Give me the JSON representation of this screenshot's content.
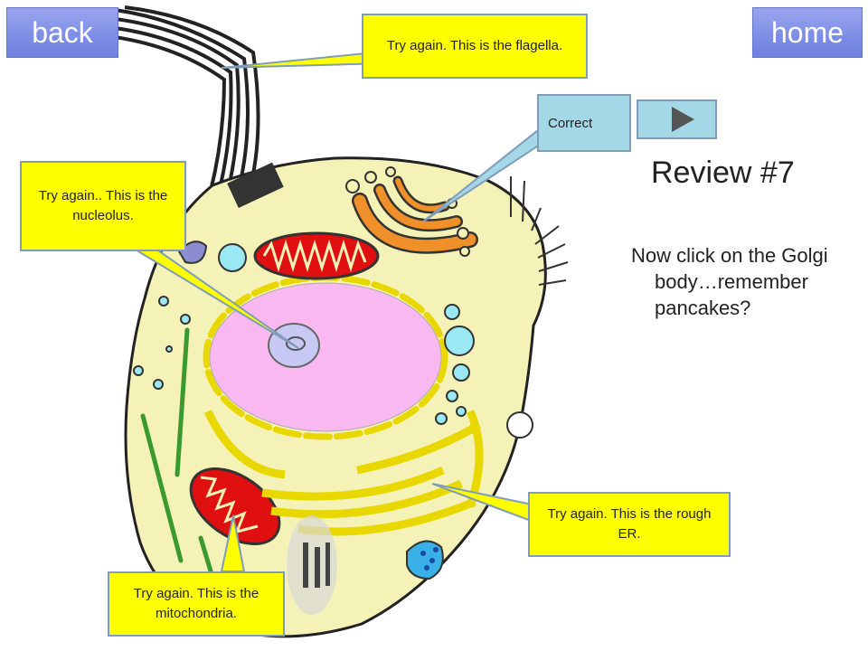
{
  "nav": {
    "back_label": "back",
    "home_label": "home"
  },
  "title": "Review #7",
  "prompt": "Now click on the Golgi body…remember pancakes?",
  "callouts": {
    "flagella": "Try again. This is the flagella.",
    "correct": "Correct",
    "nucleolus": "Try again.. This is the nucleolus.",
    "rough_er": "Try again. This is the rough ER.",
    "mitochondria": "Try again. This is the mitochondria."
  },
  "next_icon": "play-triangle-icon",
  "colors": {
    "callout": "#ffff00",
    "correct_callout": "#a5d8e6",
    "nav_button": "#8595e8",
    "cytoplasm": "#f5f2b8",
    "nucleus": "#f9b8f0",
    "golgi": "#f0902a",
    "mitochondria": "#e01010",
    "er": "#f5e800"
  }
}
